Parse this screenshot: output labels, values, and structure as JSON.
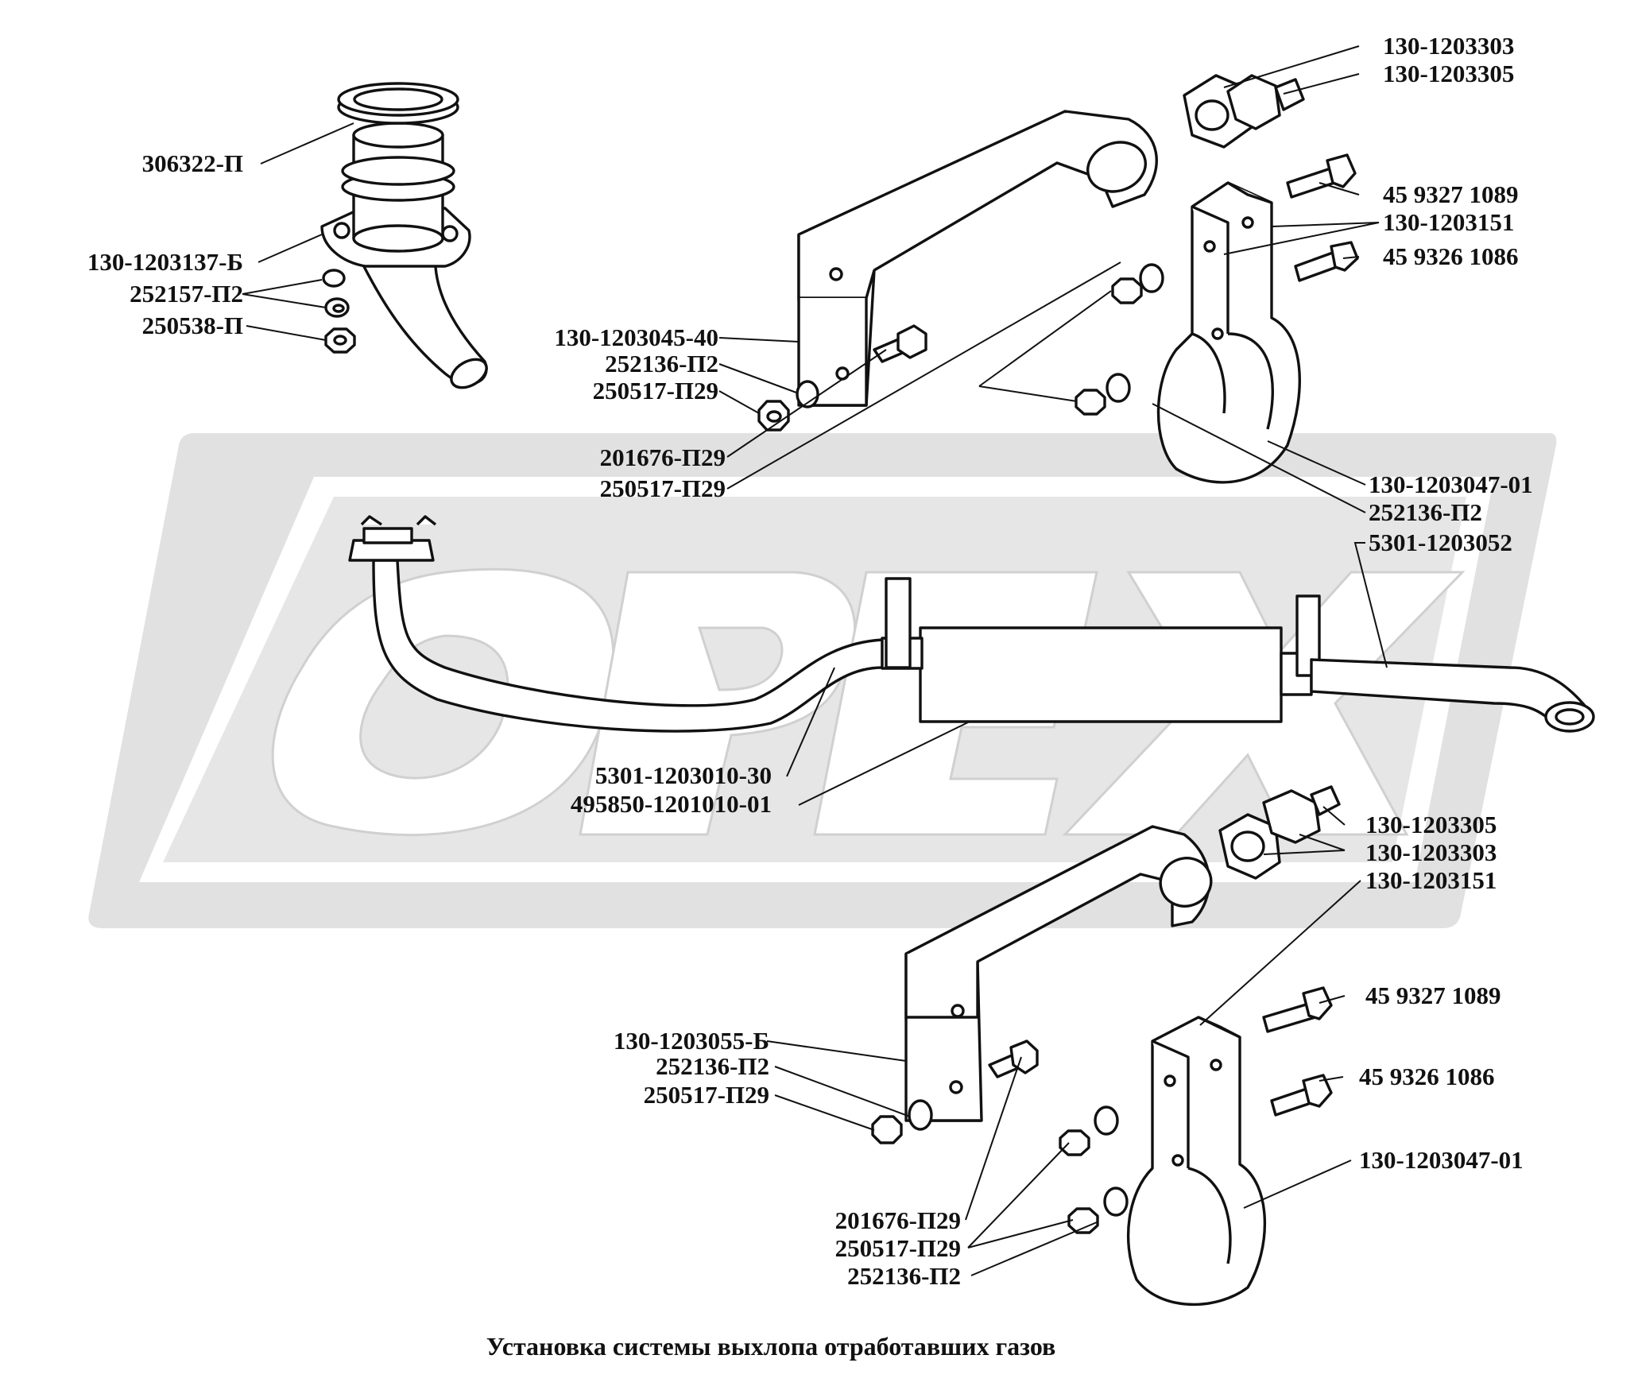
{
  "caption": "Установка системы выхлопа отработавших газов",
  "watermark": {
    "text": "OPEX",
    "color": "#d9d9d9"
  },
  "colors": {
    "ink": "#111111",
    "background": "#ffffff"
  },
  "callouts": {
    "l01": "306322-П",
    "l02": "130-1203137-Б",
    "l03": "252157-П2",
    "l04": "250538-П",
    "l05": "130-1203045-40",
    "l06": "252136-П2",
    "l07": "250517-П29",
    "l08": "201676-П29",
    "l09": "250517-П29",
    "l10": "130-1203303",
    "l11": "130-1203305",
    "l12": "45 9327 1089",
    "l13": "130-1203151",
    "l14": "45 9326 1086",
    "l15": "130-1203047-01",
    "l16": "252136-П2",
    "l17": "5301-1203052",
    "l18": "5301-1203010-30",
    "l19": "495850-1201010-01",
    "l20": "130-1203305",
    "l21": "130-1203303",
    "l22": "130-1203151",
    "l23": "45 9327 1089",
    "l24": "45 9326 1086",
    "l25": "130-1203047-01",
    "l26": "130-1203055-Б",
    "l27": "252136-П2",
    "l28": "250517-П29",
    "l29": "201676-П29",
    "l30": "250517-П29",
    "l31": "252136-П2"
  }
}
